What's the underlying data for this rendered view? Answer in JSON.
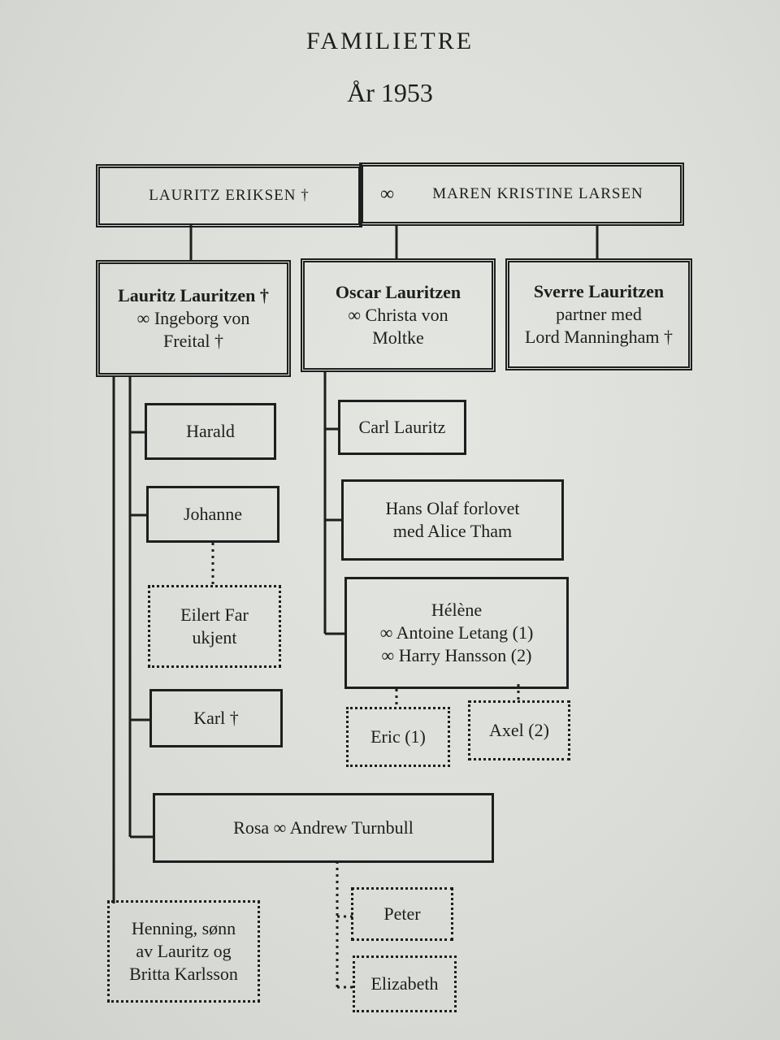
{
  "header": {
    "title": "FAMILIETRE",
    "subtitle": "År 1953"
  },
  "root": {
    "left": "LAURITZ ERIKSEN †",
    "symbol": "∞",
    "right": "MAREN KRISTINE LARSEN"
  },
  "children": {
    "lauritz": {
      "name": "Lauritz Lauritzen †",
      "line2": "∞ Ingeborg von",
      "line3": "Freital †"
    },
    "oscar": {
      "name": "Oscar Lauritzen",
      "line2": "∞ Christa von",
      "line3": "Moltke"
    },
    "sverre": {
      "name": "Sverre Lauritzen",
      "line2": "partner med",
      "line3": "Lord Manningham †"
    }
  },
  "grandchildren": {
    "harald": "Harald",
    "johanne": "Johanne",
    "eilert": {
      "line1": "Eilert Far",
      "line2": "ukjent"
    },
    "karl": "Karl †",
    "rosa": "Rosa ∞ Andrew Turnbull",
    "henning": {
      "line1": "Henning, sønn",
      "line2": "av Lauritz og",
      "line3": "Britta Karlsson"
    },
    "carl": "Carl Lauritz",
    "hans": {
      "line1": "Hans Olaf forlovet",
      "line2": "med Alice Tham"
    },
    "helene": {
      "line1": "Hélène",
      "line2": "∞ Antoine Letang (1)",
      "line3": "∞ Harry Hansson (2)"
    },
    "eric": "Eric (1)",
    "axel": "Axel (2)",
    "peter": "Peter",
    "elizabeth": "Elizabeth"
  }
}
